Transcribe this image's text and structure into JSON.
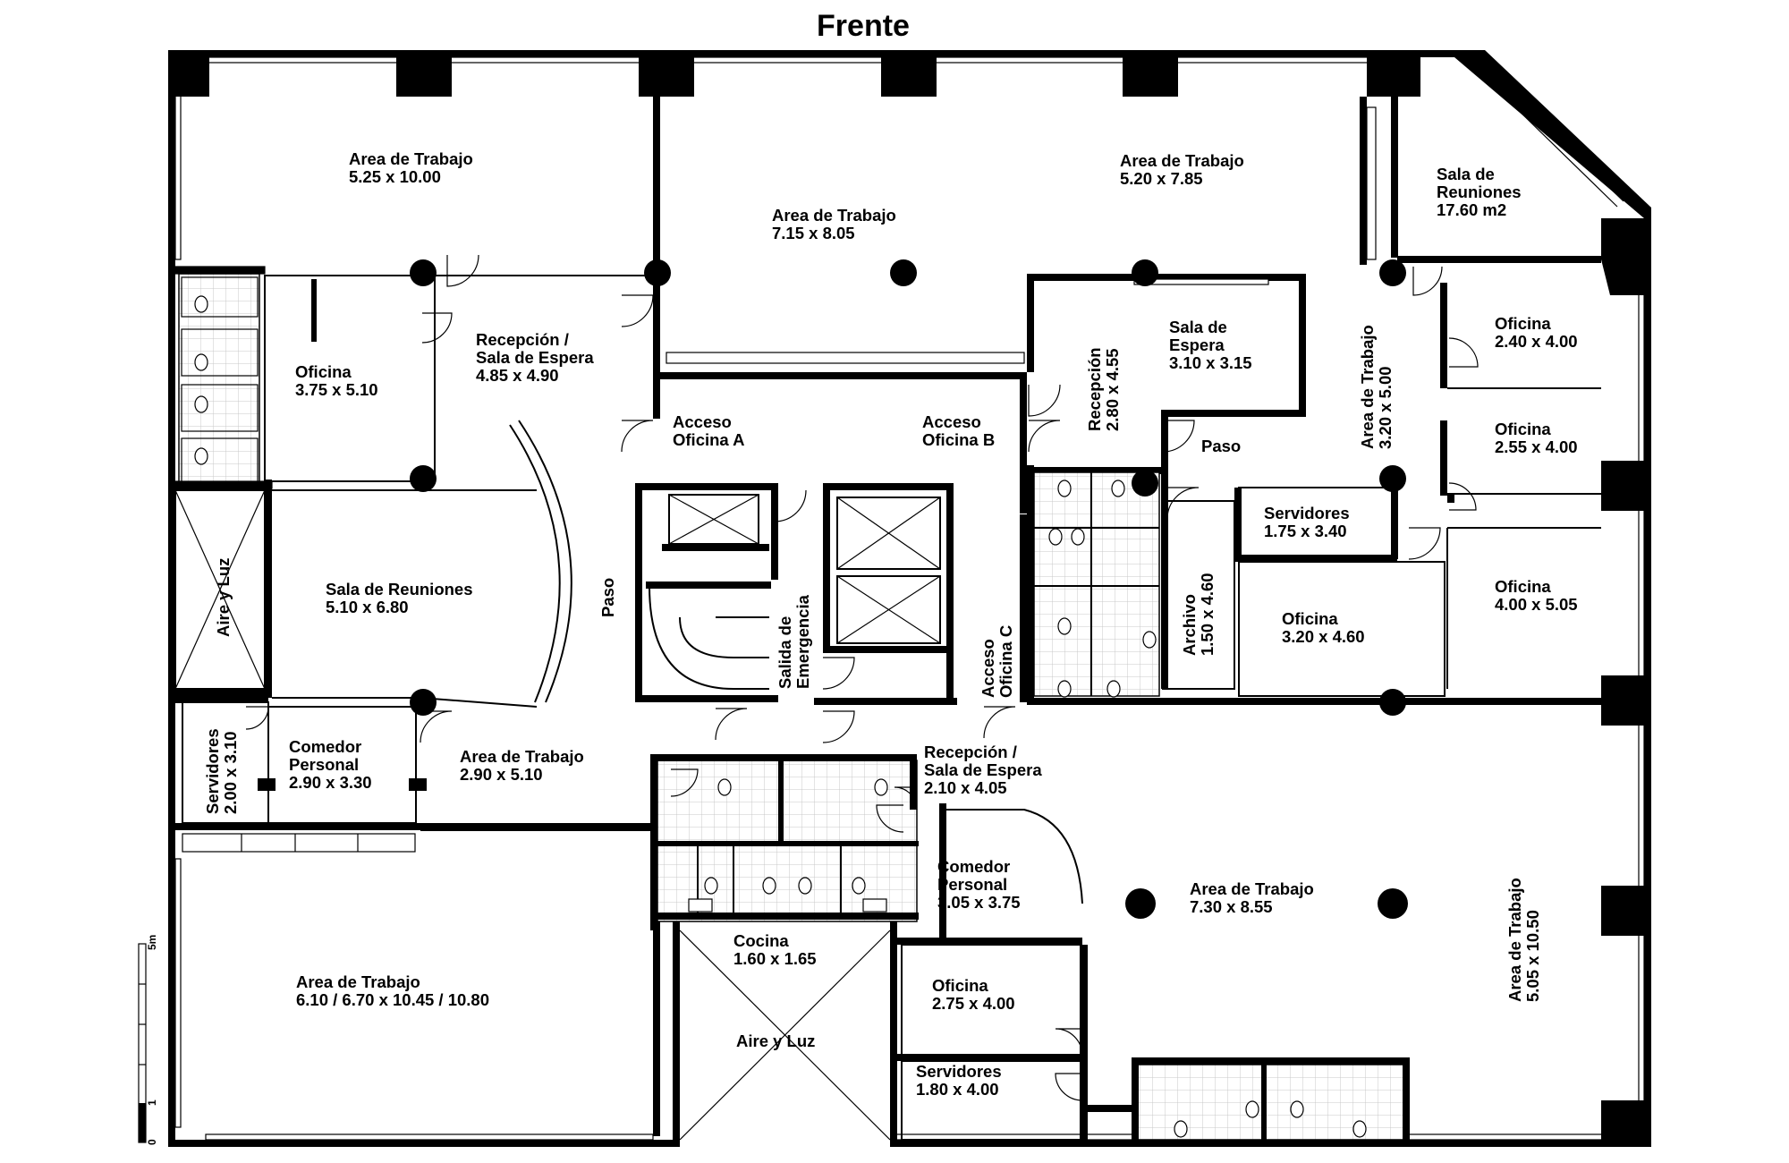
{
  "title": "Frente",
  "scale": {
    "labels": [
      "0",
      "1",
      "5m"
    ]
  },
  "rooms": [
    {
      "id": "trabajo-nw",
      "lines": [
        "Area de Trabajo",
        "5.25 x 10.00"
      ]
    },
    {
      "id": "trabajo-center-top",
      "lines": [
        "Area de Trabajo",
        "7.15 x 8.05"
      ]
    },
    {
      "id": "trabajo-ne",
      "lines": [
        "Area de Trabajo",
        "5.20 x 7.85"
      ]
    },
    {
      "id": "sala-reuniones-ne",
      "lines": [
        "Sala de",
        "Reuniones",
        "17.60 m2"
      ]
    },
    {
      "id": "recepcion-a",
      "lines": [
        "Recepción /",
        "Sala de Espera",
        "4.85 x 4.90"
      ]
    },
    {
      "id": "oficina-w",
      "lines": [
        "Oficina",
        "3.75 x 5.10"
      ]
    },
    {
      "id": "acceso-a",
      "lines": [
        "Acceso",
        "Oficina A"
      ]
    },
    {
      "id": "acceso-b",
      "lines": [
        "Acceso",
        "Oficina B"
      ]
    },
    {
      "id": "recepcion-b",
      "lines": [
        "Recepción",
        "2.80 x 4.55"
      ]
    },
    {
      "id": "sala-espera-b",
      "lines": [
        "Sala de",
        "Espera",
        "3.10 x 3.15"
      ]
    },
    {
      "id": "paso-b",
      "lines": [
        "Paso"
      ]
    },
    {
      "id": "trabajo-e-corridor",
      "lines": [
        "Area de Trabajo",
        "3.20 x 5.00"
      ]
    },
    {
      "id": "oficina-e1",
      "lines": [
        "Oficina",
        "2.40 x 4.00"
      ]
    },
    {
      "id": "oficina-e2",
      "lines": [
        "Oficina",
        "2.55 x 4.00"
      ]
    },
    {
      "id": "servidores-b",
      "lines": [
        "Servidores",
        "1.75 x 3.40"
      ]
    },
    {
      "id": "oficina-b",
      "lines": [
        "Oficina",
        "3.20 x 4.60"
      ]
    },
    {
      "id": "oficina-e3",
      "lines": [
        "Oficina",
        "4.00 x 5.05"
      ]
    },
    {
      "id": "archivo",
      "lines": [
        "Archivo",
        "1.50 x 4.60"
      ]
    },
    {
      "id": "aire-luz-w",
      "lines": [
        "Aire y Luz"
      ]
    },
    {
      "id": "sala-reuniones-w",
      "lines": [
        "Sala de Reuniones",
        "5.10 x 6.80"
      ]
    },
    {
      "id": "paso-a",
      "lines": [
        "Paso"
      ]
    },
    {
      "id": "salida-emergencia",
      "lines": [
        "Salida de",
        "Emergencia"
      ]
    },
    {
      "id": "acceso-c",
      "lines": [
        "Acceso",
        "Oficina C"
      ]
    },
    {
      "id": "servidores-a",
      "lines": [
        "Servidores",
        "2.00 x 3.10"
      ]
    },
    {
      "id": "comedor-a",
      "lines": [
        "Comedor",
        "Personal",
        "2.90 x 3.30"
      ]
    },
    {
      "id": "trabajo-w-mid",
      "lines": [
        "Area de Trabajo",
        "2.90 x 5.10"
      ]
    },
    {
      "id": "recepcion-c",
      "lines": [
        "Recepción /",
        "Sala de Espera",
        "2.10 x 4.05"
      ]
    },
    {
      "id": "comedor-c",
      "lines": [
        "Comedor",
        "Personal",
        "3.05 x 3.75"
      ]
    },
    {
      "id": "trabajo-center-low",
      "lines": [
        "Area de Trabajo",
        "7.30 x 8.55"
      ]
    },
    {
      "id": "trabajo-e-low",
      "lines": [
        "Area de Trabajo",
        "5.05 x 10.50"
      ]
    },
    {
      "id": "trabajo-sw",
      "lines": [
        "Area de Trabajo",
        "6.10 / 6.70 x 10.45 / 10.80"
      ]
    },
    {
      "id": "cocina",
      "lines": [
        "Cocina",
        "1.60 x 1.65"
      ]
    },
    {
      "id": "aire-luz-s",
      "lines": [
        "Aire y Luz"
      ]
    },
    {
      "id": "oficina-c",
      "lines": [
        "Oficina",
        "2.75 x 4.00"
      ]
    },
    {
      "id": "servidores-c",
      "lines": [
        "Servidores",
        "1.80 x 4.00"
      ]
    }
  ]
}
